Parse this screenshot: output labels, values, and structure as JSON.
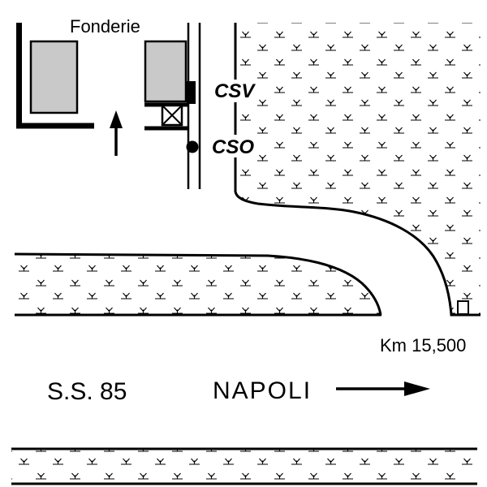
{
  "map": {
    "labels": {
      "foundry": "Fonderie",
      "csv": "CSV",
      "cso": "CSO",
      "km_marker": "Km 15,500",
      "road_name": "S.S. 85",
      "destination": "NAPOLI"
    },
    "colors": {
      "background": "#ffffff",
      "line": "#000000",
      "building_fill": "#c9c9c9"
    },
    "icons": {
      "up_arrow": "up-arrow-icon",
      "right_arrow": "right-arrow-icon",
      "crossing_box": "crossed-box-gate-icon",
      "cso_dot": "filled-circle-marker",
      "km_building": "km-marker-square"
    }
  }
}
